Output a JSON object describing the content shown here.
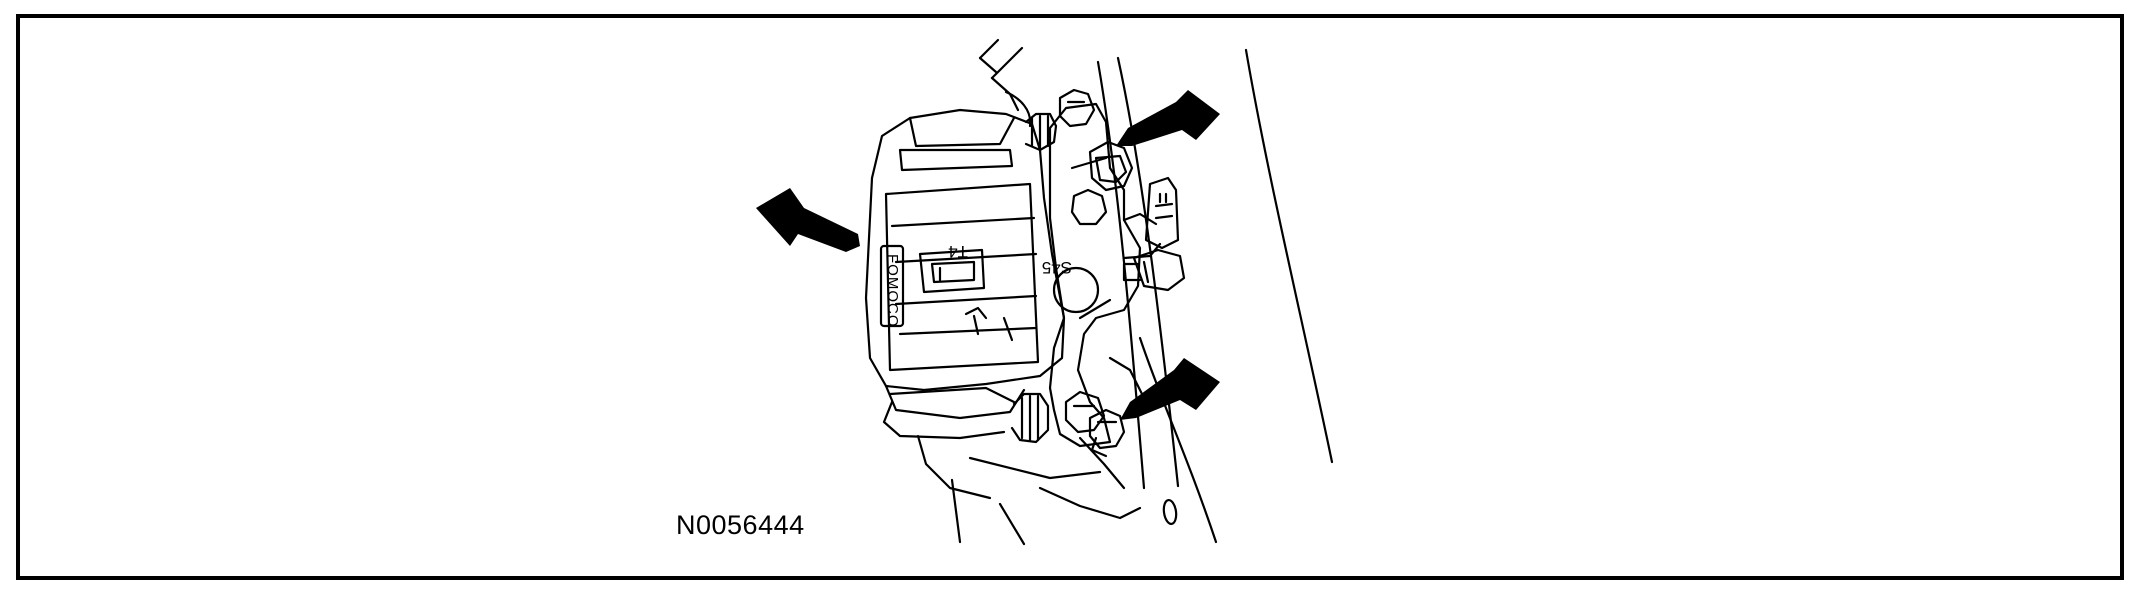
{
  "figure": {
    "id": "N0056444",
    "stamps": {
      "casting_brand": "FOMOCO",
      "casting_code_top": "T4",
      "casting_code_side": "S45"
    },
    "callouts": [
      {
        "icon": "arrow-icon",
        "points_to": "caliper body"
      },
      {
        "icon": "arrow-icon",
        "points_to": "upper bracket bolt"
      },
      {
        "icon": "arrow-icon",
        "points_to": "lower bracket bolt"
      }
    ],
    "colors": {
      "line": "#000000",
      "background": "#ffffff"
    }
  }
}
